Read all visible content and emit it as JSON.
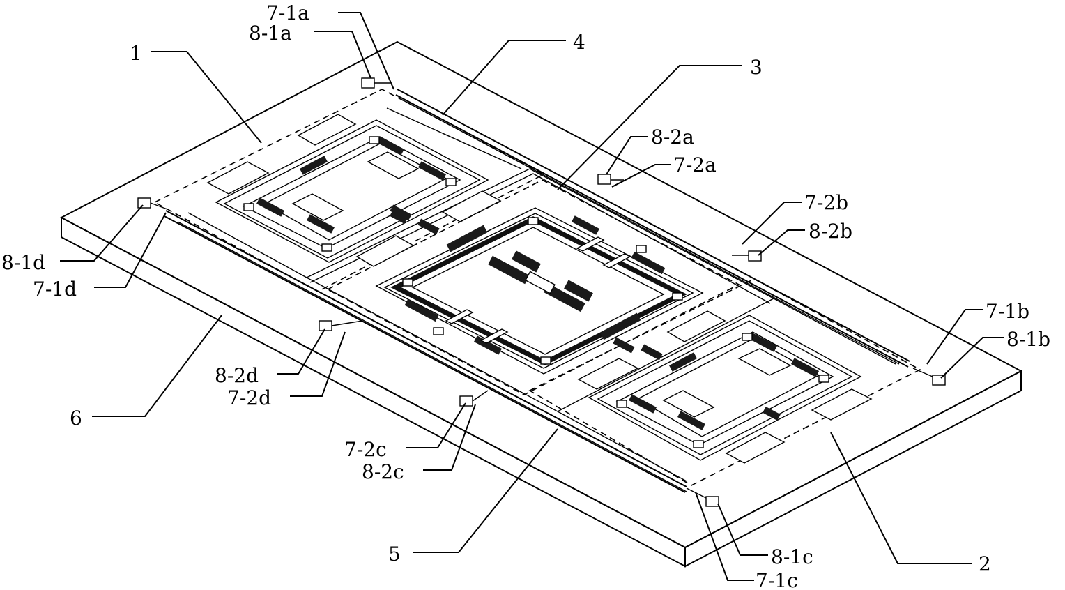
{
  "labels": {
    "l_7_1a": "7-1a",
    "l_8_1a": "8-1a",
    "l_1": "1",
    "l_4": "4",
    "l_3": "3",
    "l_8_2a": "8-2a",
    "l_7_2a": "7-2a",
    "l_7_2b": "7-2b",
    "l_8_2b": "8-2b",
    "l_8_1d": "8-1d",
    "l_7_1d": "7-1d",
    "l_7_1b": "7-1b",
    "l_8_1b": "8-1b",
    "l_8_2d": "8-2d",
    "l_7_2d": "7-2d",
    "l_6": "6",
    "l_7_2c": "7-2c",
    "l_8_2c": "8-2c",
    "l_5": "5",
    "l_8_1c": "8-1c",
    "l_2": "2",
    "l_7_1c": "7-1c"
  },
  "colors": {
    "line": "#000000",
    "background": "#ffffff",
    "fill_dark": "#111111"
  }
}
